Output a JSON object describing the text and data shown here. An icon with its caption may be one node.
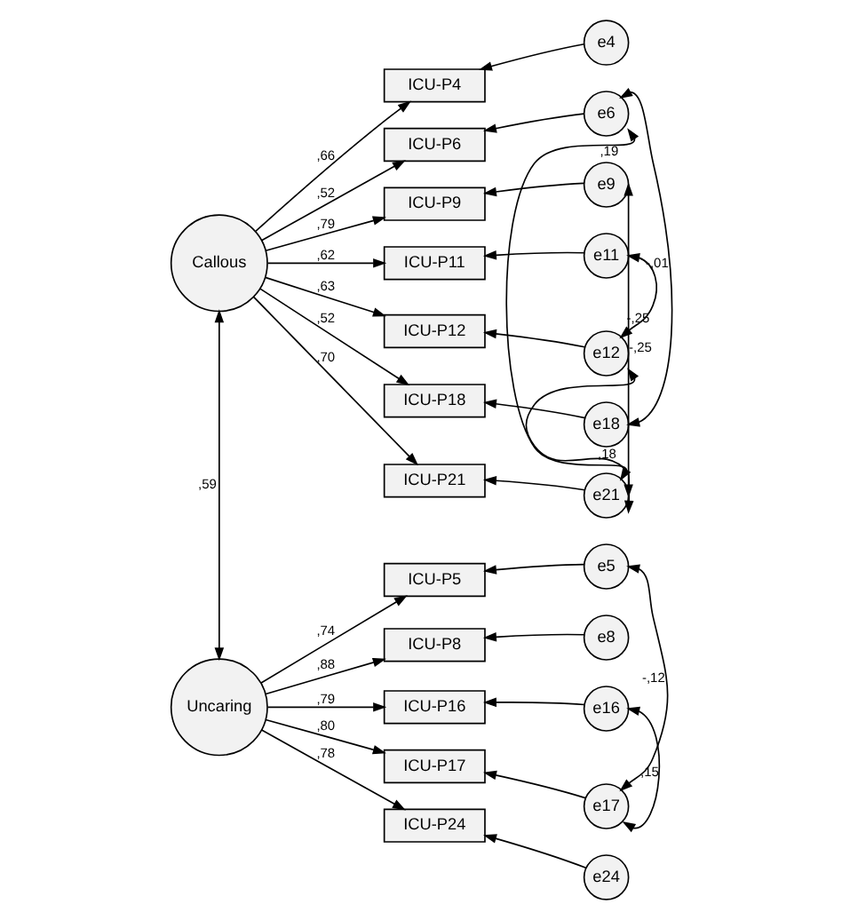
{
  "diagram": {
    "nodes": [
      {
        "text": [
          "Callous"
        ]
      },
      {
        "text": [
          "ICU-P4"
        ]
      },
      {
        "text": [
          "ICU-P6"
        ]
      },
      {
        "text": [
          "ICU-P9"
        ]
      },
      {
        "text": [
          "ICU-P11"
        ]
      },
      {
        "text": [
          "ICU-P12"
        ]
      },
      {
        "text": [
          "ICU-P18"
        ]
      },
      {
        "text": [
          "ICU-P21"
        ]
      },
      {
        "text": [
          "e4"
        ]
      },
      {
        "text": [
          "e6"
        ]
      },
      {
        "text": [
          "e9"
        ]
      },
      {
        "text": [
          "e11"
        ]
      },
      {
        "text": [
          "e12"
        ]
      },
      {
        "text": [
          "e18"
        ]
      },
      {
        "text": [
          "e21"
        ]
      },
      {
        "text": [
          "Uncaring"
        ]
      },
      {
        "text": [
          "ICU-P5"
        ]
      },
      {
        "text": [
          "ICU-P8"
        ]
      },
      {
        "text": [
          "ICU-P16"
        ]
      },
      {
        "text": [
          "ICU-P17"
        ]
      },
      {
        "text": [
          "ICU-P24"
        ]
      },
      {
        "text": [
          "e5"
        ]
      },
      {
        "text": [
          "e8"
        ]
      },
      {
        "text": [
          "e16"
        ]
      },
      {
        "text": [
          "e17"
        ]
      },
      {
        "text": [
          "e24"
        ]
      }
    ],
    "edges": [
      {
        "from": 0,
        "to": 1,
        "arrow": "to",
        "label": ",66"
      },
      {
        "from": 0,
        "to": 2,
        "arrow": "to",
        "label": ",52"
      },
      {
        "from": 0,
        "to": 3,
        "arrow": "to",
        "label": ",79"
      },
      {
        "from": 0,
        "to": 4,
        "arrow": "to",
        "label": ",62"
      },
      {
        "from": 0,
        "to": 5,
        "arrow": "to",
        "label": ",63"
      },
      {
        "from": 0,
        "to": 6,
        "arrow": "to",
        "label": ",52"
      },
      {
        "from": 0,
        "to": 7,
        "arrow": "to",
        "label": ",70"
      },
      {
        "from": 8,
        "to": 1,
        "arrow": "to"
      },
      {
        "from": 9,
        "to": 2,
        "arrow": "to"
      },
      {
        "from": 10,
        "to": 3,
        "arrow": "to"
      },
      {
        "from": 11,
        "to": 4,
        "arrow": "to"
      },
      {
        "from": 12,
        "to": 5,
        "arrow": "to"
      },
      {
        "from": 13,
        "to": 6,
        "arrow": "to"
      },
      {
        "from": 14,
        "to": 7,
        "arrow": "to"
      },
      {
        "from": 0,
        "to": 15,
        "arrow": "both",
        "label": ",59"
      },
      {
        "from": 15,
        "to": 16,
        "arrow": "to",
        "label": ",74"
      },
      {
        "from": 15,
        "to": 17,
        "arrow": "to",
        "label": ",88"
      },
      {
        "from": 15,
        "to": 18,
        "arrow": "to",
        "label": ",79"
      },
      {
        "from": 15,
        "to": 19,
        "arrow": "to",
        "label": ",80"
      },
      {
        "from": 15,
        "to": 20,
        "arrow": "to",
        "label": ",78"
      },
      {
        "from": 21,
        "to": 16,
        "arrow": "to"
      },
      {
        "from": 22,
        "to": 17,
        "arrow": "to"
      },
      {
        "from": 23,
        "to": 18,
        "arrow": "to"
      },
      {
        "from": 24,
        "to": 19,
        "arrow": "to"
      },
      {
        "from": 25,
        "to": 20,
        "arrow": "to"
      },
      {
        "from": 9,
        "to": 14,
        "arrow": "both",
        "label": ",19"
      },
      {
        "from": 9,
        "to": 13,
        "arrow": "both",
        "label": "-,01"
      },
      {
        "from": 10,
        "to": 14,
        "arrow": "both",
        "label": "-,25"
      },
      {
        "from": 11,
        "to": 12,
        "arrow": "both",
        "label": "-,25"
      },
      {
        "from": 12,
        "to": 14,
        "arrow": "both",
        "label": ",18"
      },
      {
        "from": 21,
        "to": 24,
        "arrow": "both",
        "label": "-,12"
      },
      {
        "from": 23,
        "to": 24,
        "arrow": "both",
        "label": ",15"
      }
    ]
  }
}
